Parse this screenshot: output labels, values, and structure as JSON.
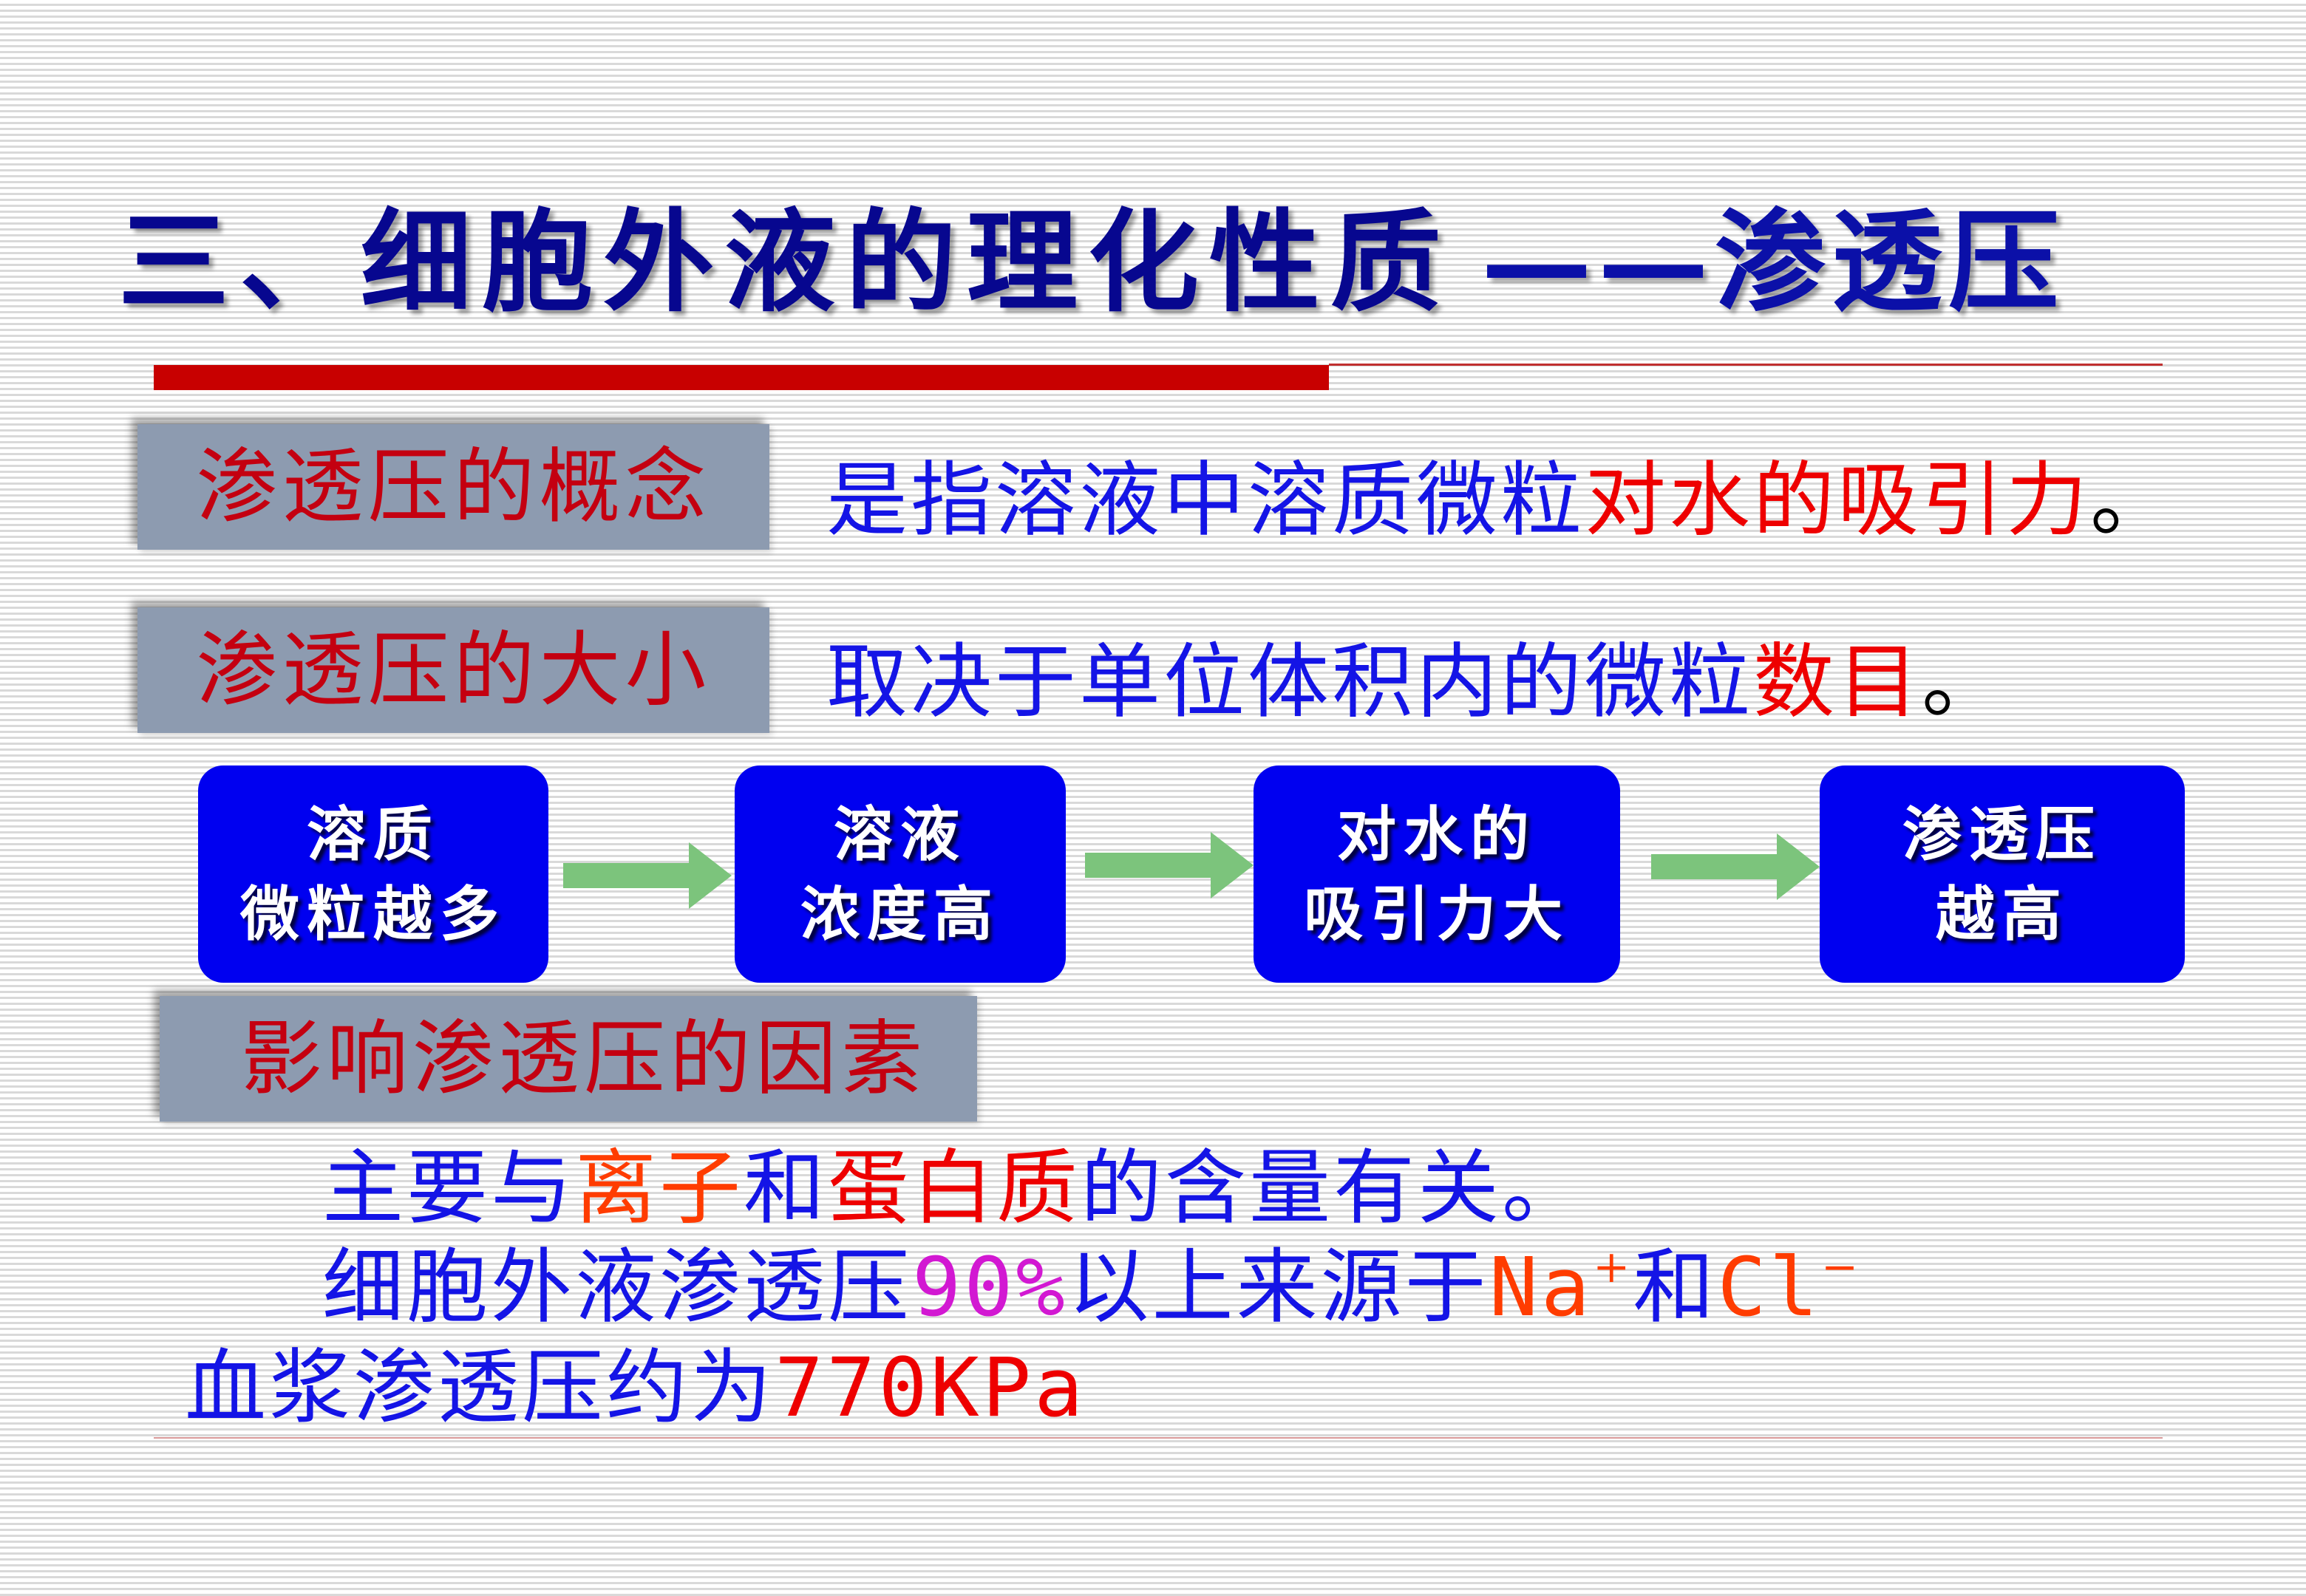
{
  "title": {
    "main": "三、细胞外液的理化性质",
    "sub": "——渗透压"
  },
  "concept": {
    "label": "渗透压的概念",
    "text_blue": "是指溶液中溶质微粒",
    "text_red": "对水的吸引力",
    "end": "。"
  },
  "size": {
    "label": "渗透压的大小",
    "text_blue": "取决于单位体积内的微粒",
    "text_red": "数目",
    "end": "。"
  },
  "flow": [
    {
      "line1": "溶质",
      "line2": "微粒越多"
    },
    {
      "line1": "溶液",
      "line2": "浓度高"
    },
    {
      "line1": "对水的",
      "line2": "吸引力大"
    },
    {
      "line1": "渗透压",
      "line2": "越高"
    }
  ],
  "factors": {
    "label": "影响渗透压的因素",
    "line1": {
      "a": "主要与",
      "b": "离子",
      "c": "和",
      "d": "蛋白质",
      "e": "的含量有关。"
    },
    "line2": {
      "a": "细胞外液渗透压",
      "b": "90%",
      "c": "以上来源于",
      "d": "Na",
      "d_sup": "+",
      "e": "和",
      "f": "Cl",
      "f_sup": "−"
    },
    "line3": {
      "a": "血浆渗透压约为",
      "b": "770KPa"
    }
  },
  "colors": {
    "title": "#07078f",
    "accent_red": "#c80000",
    "label_bg": "#8d9bb0",
    "label_text": "#c40010",
    "body_blue": "#1414e6",
    "highlight_red": "#ee0000",
    "highlight_orange": "#ff3c00",
    "highlight_magenta": "#d218d2",
    "flow_box": "#0000f0",
    "arrow": "#7cc47c"
  }
}
